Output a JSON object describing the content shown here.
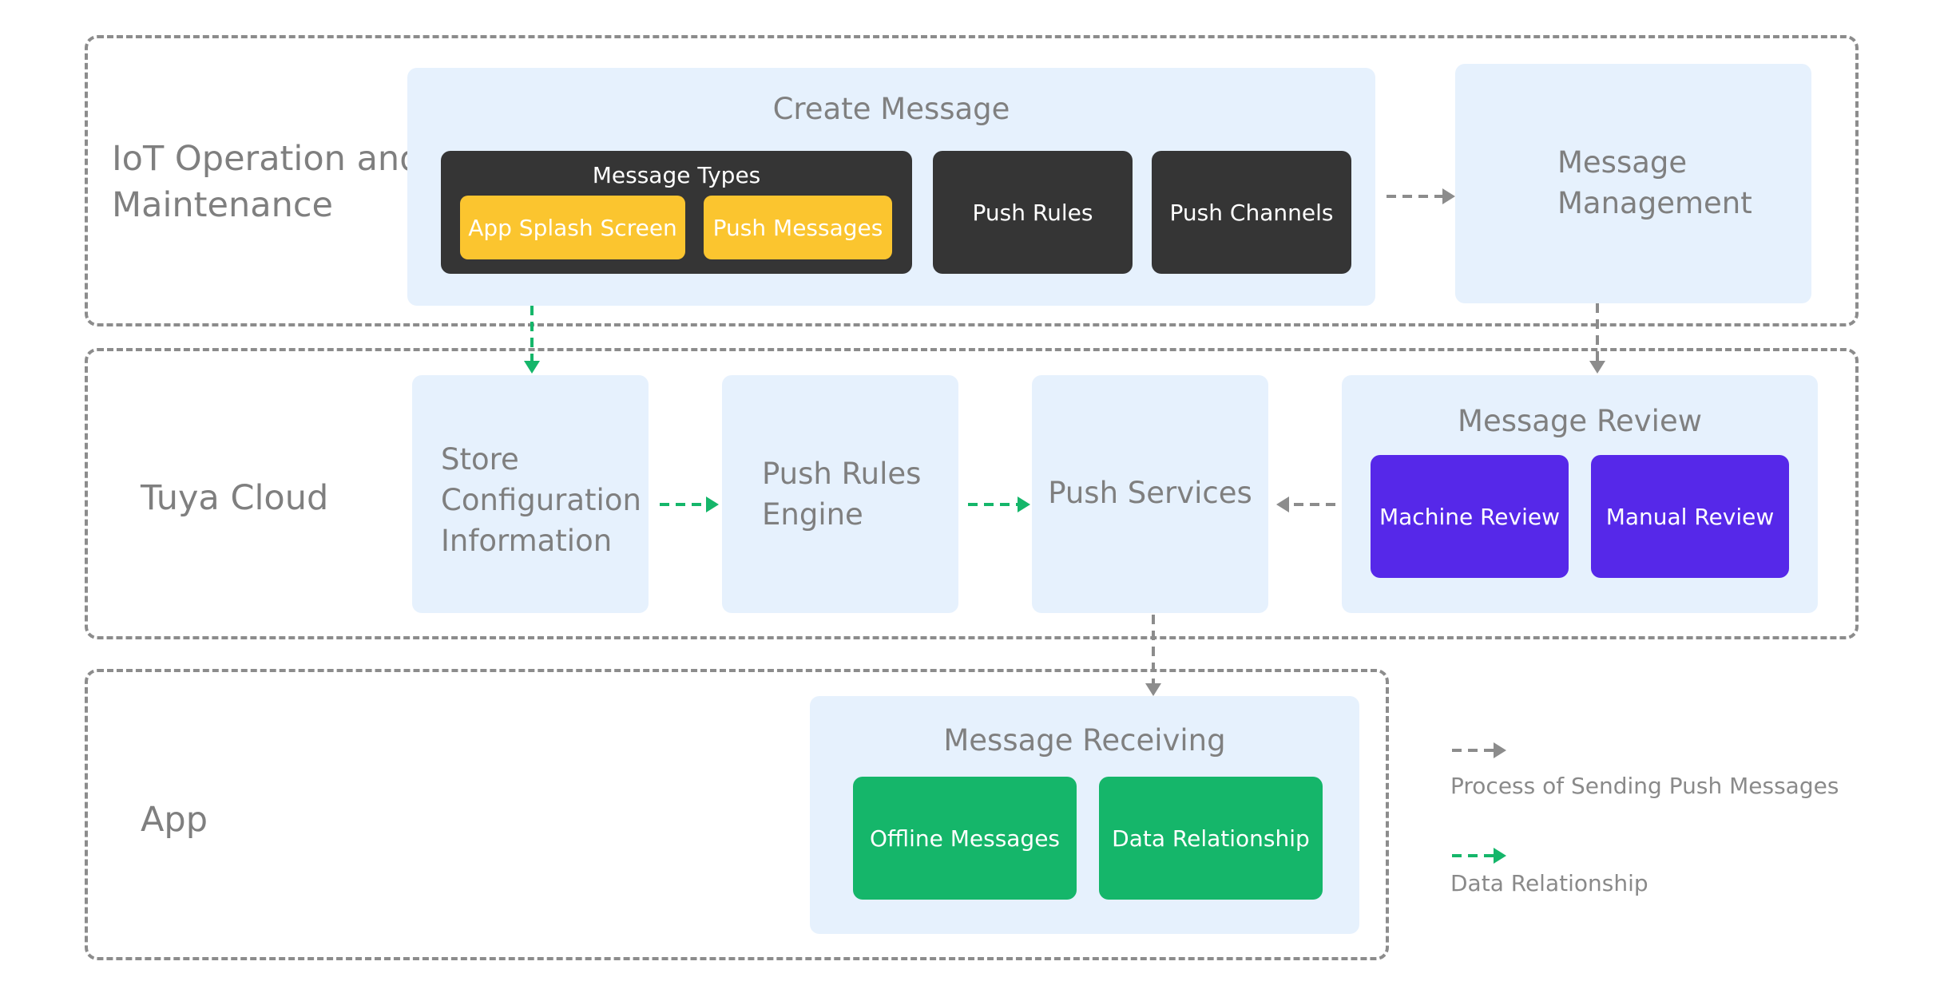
{
  "regions": {
    "iot": "IoT Operation and Maintenance",
    "cloud": "Tuya Cloud",
    "app": "App"
  },
  "create_message": {
    "title": "Create Message",
    "message_types": {
      "title": "Message Types",
      "items": [
        "App Splash Screen",
        "Push Messages"
      ]
    },
    "push_rules": "Push Rules",
    "push_channels": "Push Channels"
  },
  "message_management": "Message Management",
  "store_configuration": "Store Configuration Information",
  "push_rules_engine": "Push Rules Engine",
  "push_services": "Push Services",
  "message_review": {
    "title": "Message Review",
    "items": [
      "Machine Review",
      "Manual Review"
    ]
  },
  "message_receiving": {
    "title": "Message Receiving",
    "items": [
      "Offline Messages",
      "Data Relationship"
    ]
  },
  "legend": {
    "process": "Process of Sending Push Messages",
    "data": "Data Relationship"
  },
  "colors": {
    "gray_arrow": "#8c8c8c",
    "green_arrow": "#15b66a",
    "panel": "#e6f1fd",
    "dark_chip": "#353535",
    "yellow_chip": "#fbc52f",
    "purple_chip": "#5628e9",
    "green_chip": "#15b66a"
  }
}
